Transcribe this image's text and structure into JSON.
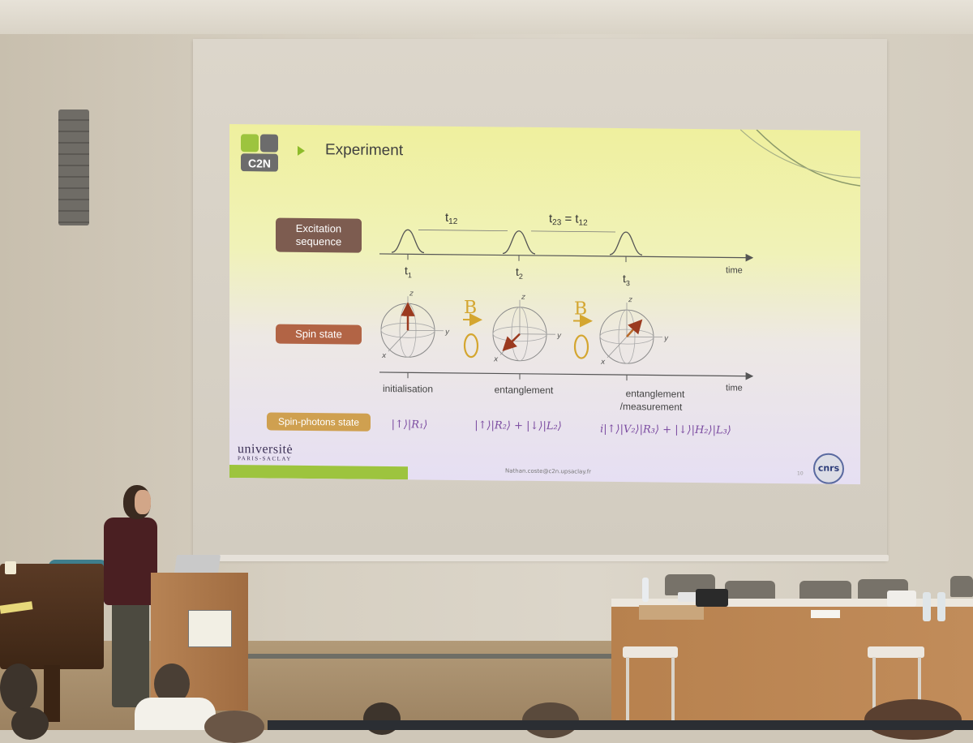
{
  "slide": {
    "title": "Experiment",
    "logo_text": "C2N",
    "excitation_label_line1": "Excitation",
    "excitation_label_line2": "sequence",
    "spin_state_label": "Spin state",
    "spin_photons_label": "Spin-photons state",
    "t12_label": "t",
    "t12_sub": "12",
    "t23_label": "t",
    "t23_sub": "23",
    "t23_eq": " = t",
    "t23_eq_sub": "12",
    "pulse_labels": [
      {
        "base": "t",
        "sub": "1"
      },
      {
        "base": "t",
        "sub": "2"
      },
      {
        "base": "t",
        "sub": "3"
      }
    ],
    "time_label_top": "time",
    "time_label_bottom": "time",
    "field_label": "B",
    "axis_z": "z",
    "axis_y": "y",
    "axis_x": "x",
    "stage_labels": [
      "initialisation",
      "entanglement",
      "entanglement",
      "/measurement"
    ],
    "states": [
      "|↑⟩|R₁⟩",
      "|↑⟩|R₂⟩ + |↓⟩|L₂⟩",
      "i|↑⟩|V₂⟩|R₃⟩ + |↓⟩|H₂⟩|L₃⟩"
    ],
    "university_name": "universitė",
    "university_sub": "PARIS-SACLAY",
    "email": "Nathan.coste@c2n.upsaclay.fr",
    "slide_number": "10",
    "cnrs_logo_text": "cnrs"
  },
  "colors": {
    "excitation_box": "#7d5c50",
    "spin_box": "#b26445",
    "spin_photons_box": "#cfa050",
    "accent_green": "#9dc43e",
    "arrow_gold": "#d4a630",
    "spin_arrow": "#9b3a1f"
  }
}
